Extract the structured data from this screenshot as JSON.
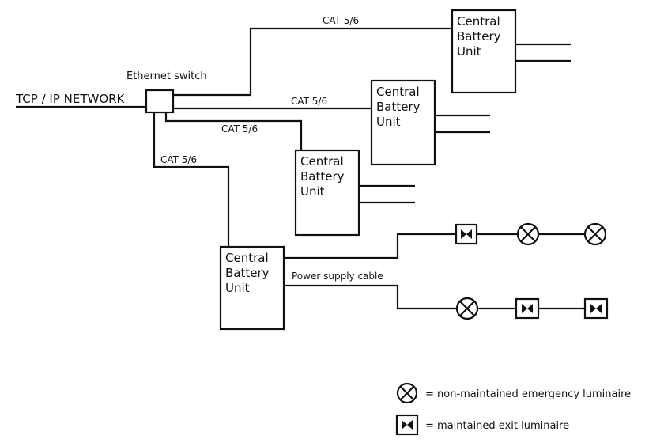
{
  "network": {
    "label": "TCP / IP NETWORK",
    "switch_label": "Ethernet switch"
  },
  "cables": {
    "cat_label": "CAT 5/6",
    "power_label": "Power supply cable"
  },
  "battery_units": [
    {
      "lines": [
        "Central",
        "Battery",
        "Unit"
      ]
    },
    {
      "lines": [
        "Central",
        "Battery",
        "Unit"
      ]
    },
    {
      "lines": [
        "Central",
        "Battery",
        "Unit"
      ]
    },
    {
      "lines": [
        "Central",
        "Battery",
        "Unit"
      ]
    }
  ],
  "legend": {
    "non_maintained": "= non-maintained emergency luminaire",
    "maintained_exit": "= maintained exit luminaire"
  },
  "icons": {
    "non_maintained": "crossed-circle-icon",
    "maintained_exit": "bowtie-box-icon"
  }
}
